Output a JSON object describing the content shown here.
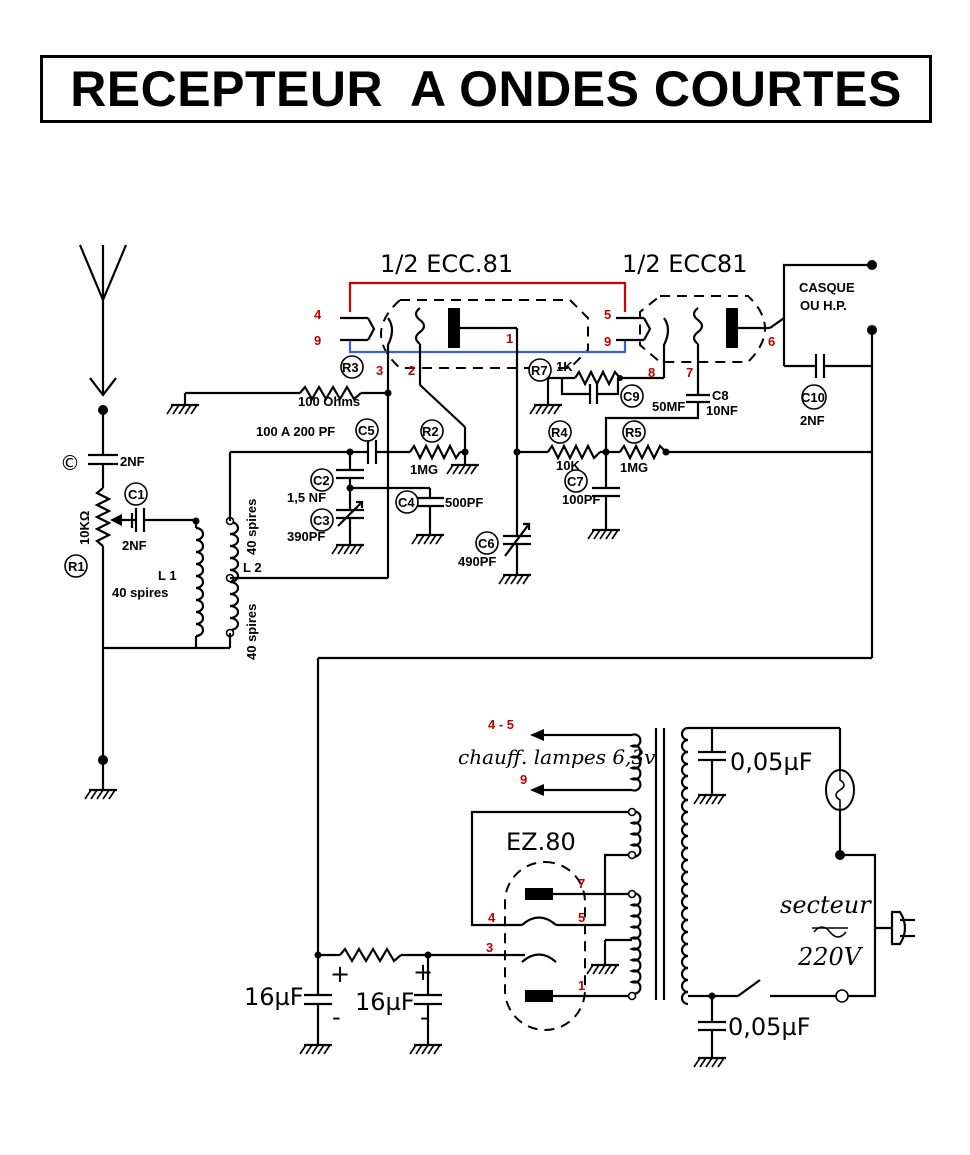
{
  "title": "RECEPTEUR  A ONDES COURTES",
  "tubes": {
    "v1_label": "1/2 ECC.81",
    "v2_label": "1/2 ECC81",
    "rectifier_label": "EZ.80"
  },
  "pins": {
    "p4": "4",
    "p9": "9",
    "p3": "3",
    "p2": "2",
    "p1": "1",
    "p5": "5",
    "p9b": "9",
    "p8": "8",
    "p7": "7",
    "p6": "6",
    "h45": "4 - 5",
    "h9": "9",
    "ez7": "7",
    "ez4": "4",
    "ez5": "5",
    "ez3": "3",
    "ez1": "1"
  },
  "components": {
    "c_symbol": "©",
    "c_value": "2NF",
    "c1_id": "C1",
    "c1_value": "2NF",
    "r1_id": "R1",
    "r1_value": "10KΩ",
    "l1_id": "L 1",
    "l1_turns": "40 spires",
    "l2_id": "L 2",
    "l2_turns_top": "40 spires",
    "l2_turns_bottom": "40 spires",
    "r3_id": "R3",
    "r3_value": "100 Ohms",
    "c5_id": "C5",
    "c5_value": "100 A 200 PF",
    "r2_id": "R2",
    "r2_value": "1MG",
    "c2_id": "C2",
    "c2_value": "1,5 NF",
    "c3_id": "C3",
    "c3_value": "390PF",
    "c4_id": "C4",
    "c4_value": "500PF",
    "c6_id": "C6",
    "c6_value": "490PF",
    "r7_id": "R7",
    "r7_value": "1K",
    "c9_id": "C9",
    "c9_value": "50MF",
    "c8_id": "C8",
    "c8_value": "10NF",
    "r4_id": "R4",
    "r4_value": "10K",
    "r5_id": "R5",
    "r5_value": "1MG",
    "c7_id": "C7",
    "c7_value": "100PF",
    "c10_id": "C10",
    "c10_value": "2NF",
    "output_line1": "CASQUE",
    "output_line2": "OU  H.P.",
    "heater_label": "chauff. lampes 6,3v",
    "cap_top_value": "0,05µF",
    "cap_bottom_value": "0,05µF",
    "mains_label": "secteur",
    "mains_voltage": "220V",
    "filter_cap1": "16µF",
    "filter_cap2": "16µF",
    "plus1": "+",
    "plus2": "+",
    "minus1": "-",
    "minus2": "-"
  },
  "colors": {
    "red_wire": "#d40000",
    "blue_wire": "#3a5fd0"
  }
}
